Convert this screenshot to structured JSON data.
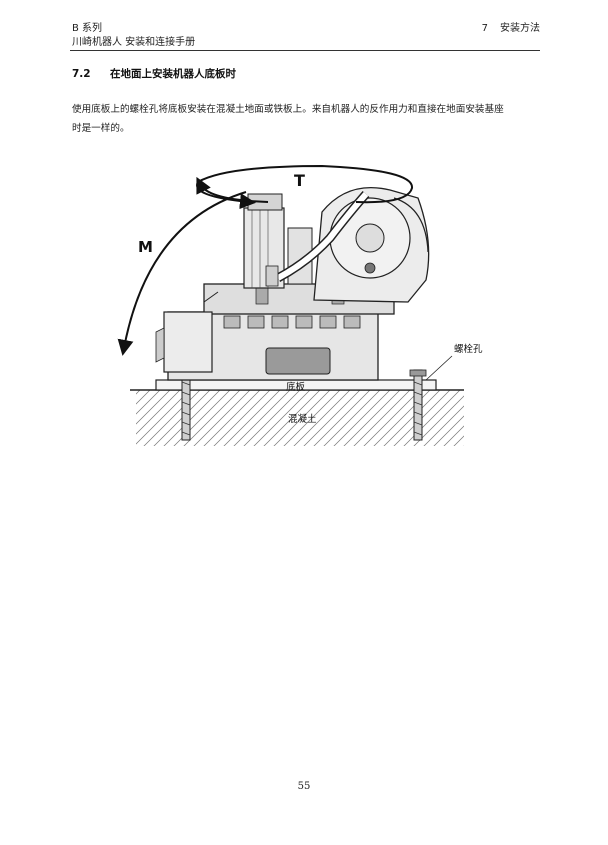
{
  "header": {
    "series": "B 系列",
    "manual_title": "川崎机器人  安装和连接手册",
    "chapter_number": "7",
    "chapter_title": "安装方法"
  },
  "section": {
    "number": "7.2",
    "title": "在地面上安装机器人底板时"
  },
  "body": {
    "line1": "使用底板上的螺栓孔将底板安装在混凝土地面或铁板上。来自机器人的反作用力和直接在地面安装基座",
    "line2": "时是一样的。"
  },
  "figure": {
    "label_T": "T",
    "label_M": "M",
    "label_bolt_hole": "螺栓孔",
    "label_base_plate": "底板",
    "label_concrete": "混凝土"
  },
  "footer": {
    "page_number": "55"
  }
}
